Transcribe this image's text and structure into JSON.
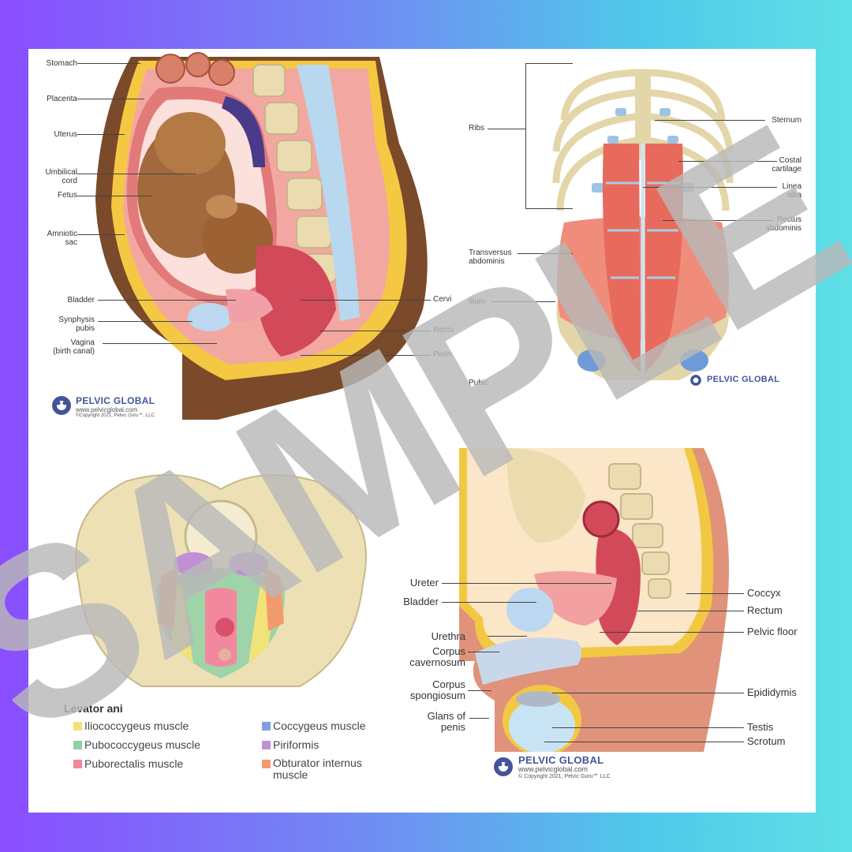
{
  "colors": {
    "bg_start": "#8a4dff",
    "bg_end": "#5fe0e6",
    "card": "#ffffff",
    "watermark": "#b8b8b8"
  },
  "pregnancy": {
    "labels": {
      "stomach": "Stomach",
      "placenta": "Placenta",
      "uterus": "Uterus",
      "umbilical": "Umbilical\ncord",
      "fetus": "Fetus",
      "amniotic": "Amniotic\nsac",
      "bladder": "Bladder",
      "symphysis": "Synphysis\npubis",
      "vagina": "Vagina\n(birth canal)",
      "cervix": "Cervi",
      "rectum": "Rectu",
      "perineum": "Perin"
    },
    "logo": {
      "name": "PELVIC GLOBAL",
      "url": "www.pelvicglobal.com",
      "copyright": "©Copyright 2021, Pelvic Guru℠, LLC"
    }
  },
  "abdomen": {
    "labels": {
      "ribs": "Ribs",
      "sternum": "Sternum",
      "costal": "Costal\ncartilage",
      "linea": "Linea\nalba",
      "rectus": "Rectus\nabdominis",
      "transversus": "Transversus\nabdominis",
      "ilium": "Ilium",
      "pubic": "Pubic"
    },
    "logo": {
      "name": "PELVIC GLOBAL"
    }
  },
  "pelvic_floor": {
    "legend_title": "Levator ani",
    "legend": [
      {
        "label": "Iliococcygeus muscle",
        "color": "#f2e27a"
      },
      {
        "label": "Pubococcygeus muscle",
        "color": "#8fd0a0"
      },
      {
        "label": "Puborectalis muscle",
        "color": "#f2889e"
      },
      {
        "label": "Coccygeus muscle",
        "color": "#7f9fe0"
      },
      {
        "label": "Piriformis",
        "color": "#c08fd6"
      },
      {
        "label": "Obturator internus\nmuscle",
        "color": "#f29a6e"
      }
    ]
  },
  "male": {
    "labels": {
      "ureter": "Ureter",
      "bladder": "Bladder",
      "urethra": "Urethra",
      "corpus_cav": "Corpus\ncavernosum",
      "corpus_spon": "Corpus\nspongiosum",
      "glans": "Glans of\npenis",
      "coccyx": "Coccyx",
      "rectum": "Rectum",
      "pelvic_floor": "Pelvic floor",
      "epididymis": "Epididymis",
      "testis": "Testis",
      "scrotum": "Scrotum"
    },
    "logo": {
      "name": "PELVIC GLOBAL",
      "url": "www.pelvicglobal.com",
      "copyright": "© Copyright 2021, Pelvic Guru℠ LLC"
    }
  },
  "watermark": {
    "text": "SAMPLE"
  }
}
